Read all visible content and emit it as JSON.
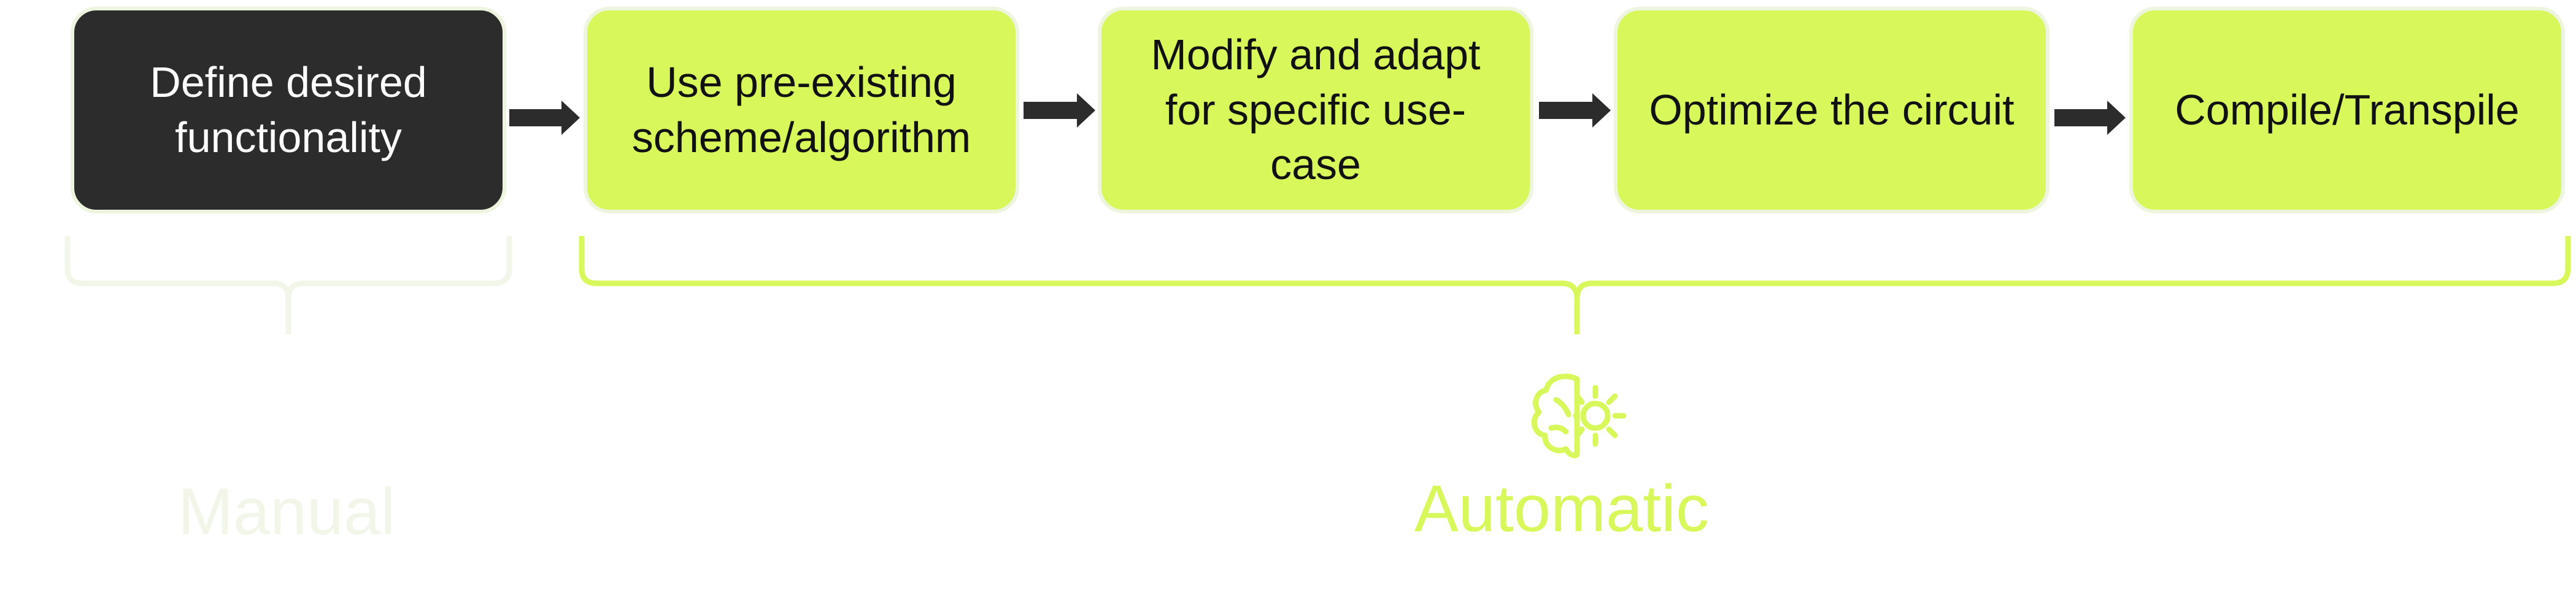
{
  "steps": [
    {
      "label": "Define desired functionality",
      "style": "dark"
    },
    {
      "label": "Use pre-existing scheme/algorithm",
      "style": "accent"
    },
    {
      "label": "Modify and adapt for specific use-case",
      "style": "accent"
    },
    {
      "label": "Optimize the circuit",
      "style": "accent"
    },
    {
      "label": "Compile/Transpile",
      "style": "accent"
    }
  ],
  "groups": {
    "manual": {
      "label": "Manual",
      "color": "#f1f6e8"
    },
    "automatic": {
      "label": "Automatic",
      "color": "#d7f75b",
      "icon": "brain-gear-icon"
    }
  },
  "colors": {
    "dark_box": "#2c2c2c",
    "accent_box": "#d7f75b",
    "arrow": "#2c2c2c"
  }
}
